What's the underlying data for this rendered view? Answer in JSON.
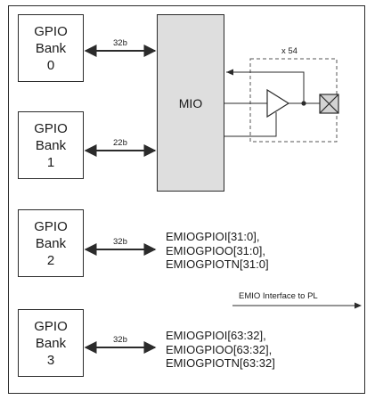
{
  "banks": [
    {
      "line1": "GPIO",
      "line2": "Bank",
      "line3": "0",
      "width": "32b"
    },
    {
      "line1": "GPIO",
      "line2": "Bank",
      "line3": "1",
      "width": "22b"
    },
    {
      "line1": "GPIO",
      "line2": "Bank",
      "line3": "2",
      "width": "32b"
    },
    {
      "line1": "GPIO",
      "line2": "Bank",
      "line3": "3",
      "width": "32b"
    }
  ],
  "mio_label": "MIO",
  "multiplier": "x 54",
  "emio_label": "EMIO Interface to PL",
  "bank2_signals": [
    "EMIOGPIOI[31:0],",
    "EMIOGPIOO[31:0],",
    "EMIOGPIOTN[31:0]"
  ],
  "bank3_signals": [
    "EMIOGPIOI[63:32],",
    "EMIOGPIOO[63:32],",
    "EMIOGPIOTN[63:32]"
  ],
  "colors": {
    "line": "#2b2b2b",
    "mio_fill": "#dedede",
    "pad_fill": "#d3d3d3"
  }
}
